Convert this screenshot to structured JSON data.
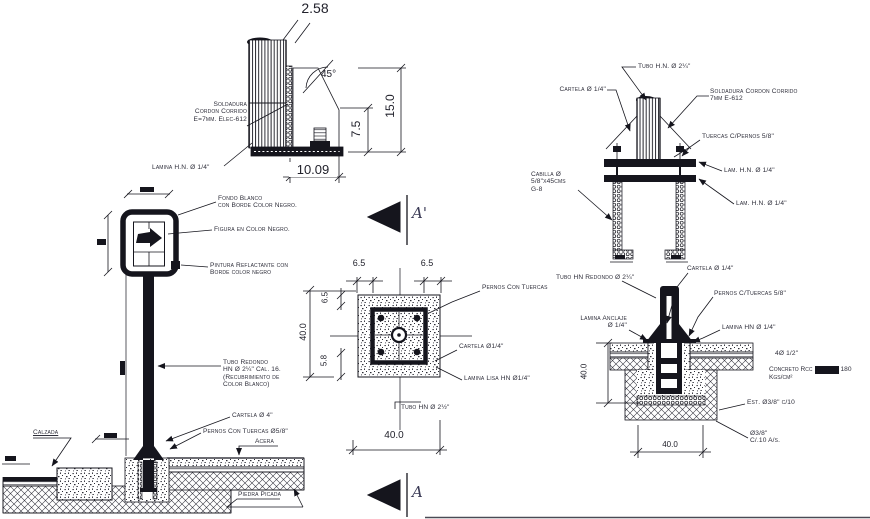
{
  "post_top_detail": {
    "dim_top": "2.58",
    "angle": "45°",
    "dim_right": "15.0",
    "dim_mid": "7.5",
    "dim_bottom": "10.09",
    "weld_label": "Soldadura\nCordon Corrido\nE=7mm. Elec-612",
    "plate_label": "Lamina H.N. Ø 1/4\""
  },
  "base_plate_detail": {
    "tube": "Tubo H.N. Ø 2¼\"",
    "cartela": "Cartela Ø 1/4\"",
    "weld": "Soldadura Cordon Corrido\n7mm E-612",
    "tuercas": "Tuercas C/Pernos 5/8\"",
    "lam1": "Lam. H.N. Ø 1/4\"",
    "lam2": "Lam. H.N. Ø 1/4\"",
    "cabilla": "Cabilla Ø\n5/8\"x45cms\nG-8"
  },
  "elevation": {
    "fondo": "Fondo Blanco\ncon Borde Color Negro.",
    "figura": "Figura en Color Negro.",
    "pintura": "Pintura Reflactante con\nBorde color negro",
    "tubo": "Tubo Redondo\nHN Ø 2¼\" Cal. 16.\n(Recubrimiento de\nColor Blanco)",
    "cartela": "Cartela Ø 4\"",
    "pernos": "Pernos Con Tuercas Ø5/8\"",
    "acera": "Acera",
    "calzada": "Calzada",
    "piedra": "Piedra Picada"
  },
  "plan": {
    "dim_top_left": "6.5",
    "dim_top_right": "6.5",
    "dim_left": "40.0",
    "dim_left_small_top": "6.5",
    "dim_left_small_bot": "5.8",
    "dim_bottom": "40.0",
    "pernos": "Pernos Con Tuercas",
    "cartela": "Cartela Ø1/4\"",
    "lamina": "Lamina Lisa HN Ø1/4\"",
    "tubo": "Tubo HN Ø 2½\""
  },
  "section_marks": {
    "top": "A'",
    "bottom": "A"
  },
  "foundation": {
    "tubo": "Tubo HN Redondo Ø 2¼\"",
    "cartela": "Cartela Ø 1/4\"",
    "pernos": "Pernos C/Tuercas 5/8\"",
    "anclaje": "Lamina Anclaje\nØ 1/4\"",
    "lamina": "Lamina HN Ø 1/4\"",
    "rebar": "4Ø 1/2\"",
    "concreto_pre": "Concreto Rcc",
    "concreto_val": "180",
    "concreto_unit": "Kgs/cm²",
    "est": "Est. Ø3/8\" c/10",
    "est2": "Ø3/8\"\nC/.10 A/s.",
    "dim_left": "40.0",
    "dim_bottom": "40.0"
  }
}
